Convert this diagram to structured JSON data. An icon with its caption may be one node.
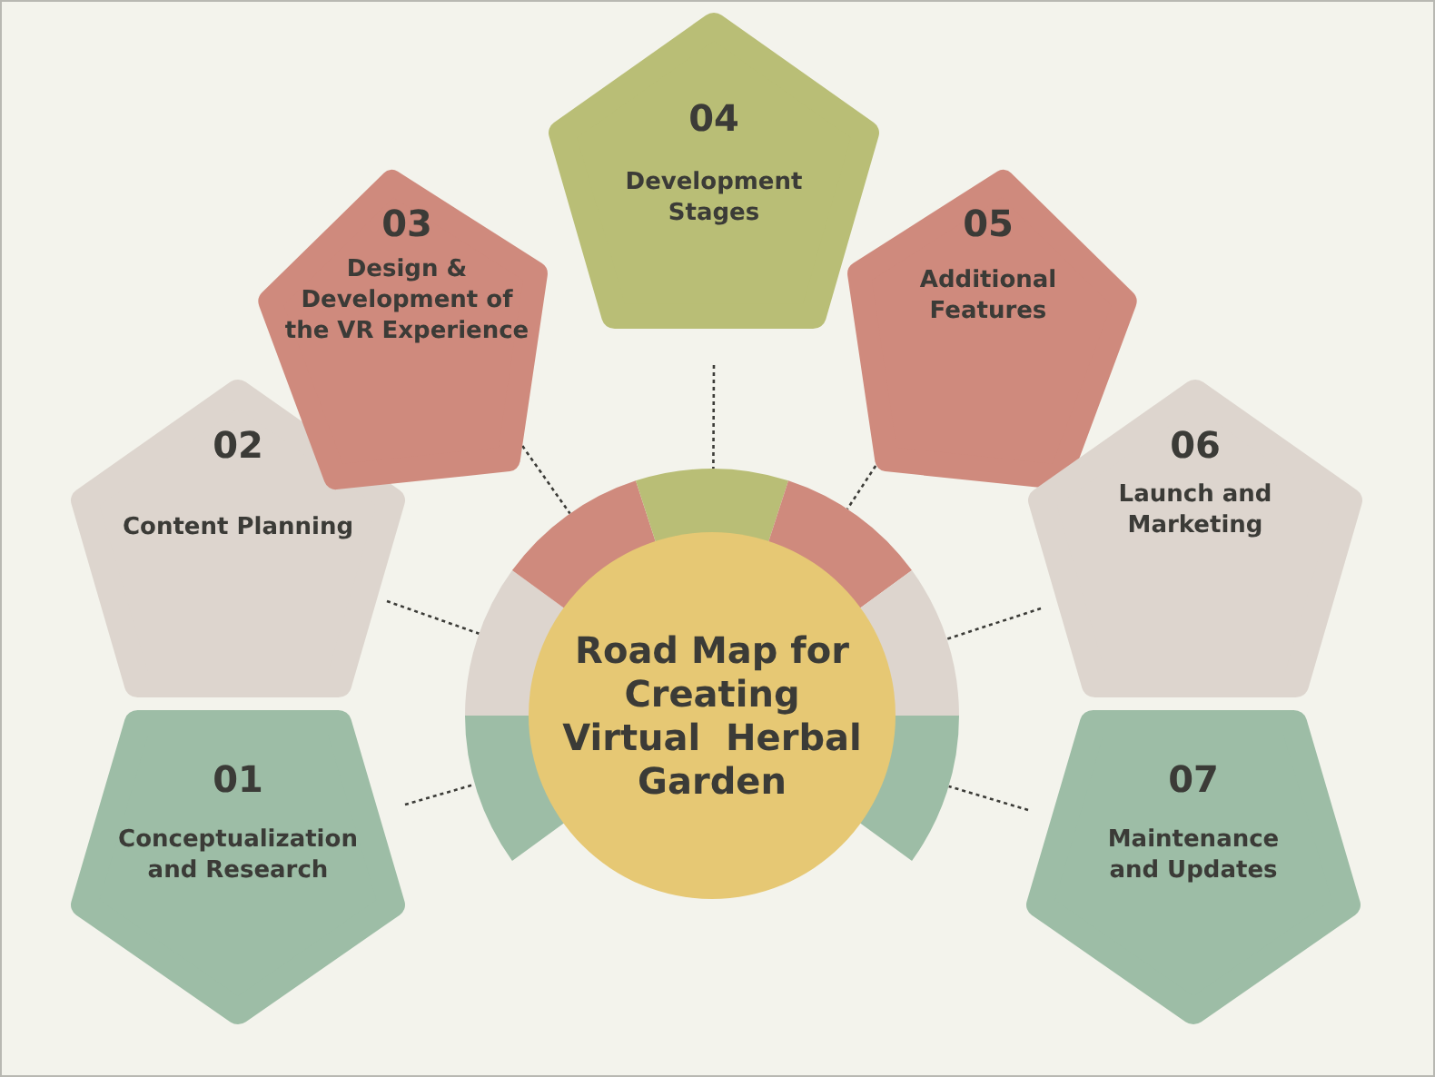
{
  "diagram": {
    "nodes": [
      {
        "text": [
          "Road Map for Creating Virtual  Herbal Garden"
        ]
      },
      {
        "text": [
          "01",
          "Conceptualization and Research"
        ]
      },
      {
        "text": [
          "02",
          "Content Planning"
        ]
      },
      {
        "text": [
          "03",
          "Design & Development of the VR Experience"
        ]
      },
      {
        "text": [
          "04",
          "Development Stages"
        ]
      },
      {
        "text": [
          "05",
          "Additional Features"
        ]
      },
      {
        "text": [
          "06",
          "Launch and Marketing"
        ]
      },
      {
        "text": [
          "07",
          "Maintenance and Updates"
        ]
      }
    ],
    "edges": [
      {
        "from": 1,
        "to": 0,
        "arrow": "none",
        "style": "dashed"
      },
      {
        "from": 2,
        "to": 0,
        "arrow": "none",
        "style": "dashed"
      },
      {
        "from": 3,
        "to": 0,
        "arrow": "none",
        "style": "dashed"
      },
      {
        "from": 4,
        "to": 0,
        "arrow": "none",
        "style": "dashed"
      },
      {
        "from": 5,
        "to": 0,
        "arrow": "none",
        "style": "dashed"
      },
      {
        "from": 6,
        "to": 0,
        "arrow": "none",
        "style": "dashed"
      },
      {
        "from": 7,
        "to": 0,
        "arrow": "none",
        "style": "dashed"
      }
    ]
  }
}
